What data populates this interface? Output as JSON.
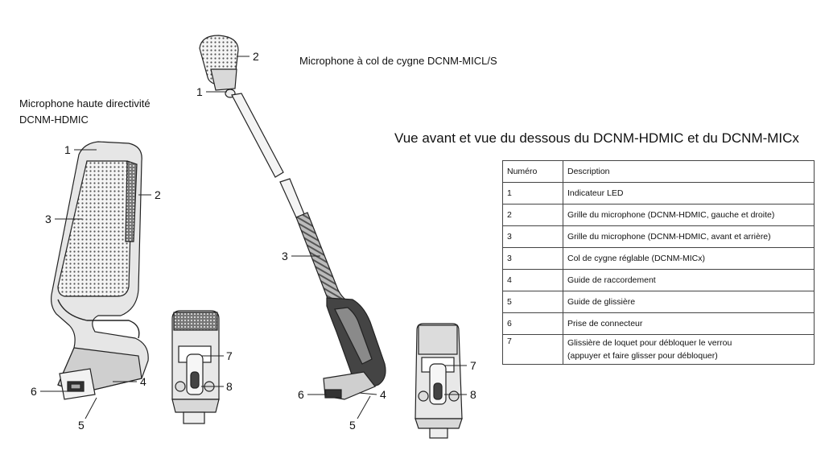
{
  "labels": {
    "hdmic_title_line1": "Microphone haute directivité",
    "hdmic_title_line2": "DCNM-HDMIC",
    "micl_title": "Microphone à col de cygne DCNM-MICL/S",
    "views_title": "Vue avant et vue du dessous du DCNM-HDMIC et du DCNM-MICx"
  },
  "callouts": {
    "hdmic": [
      "1",
      "2",
      "3",
      "6",
      "4",
      "5"
    ],
    "hdmic_bottom": [
      "7",
      "8"
    ],
    "micl": [
      "2",
      "1",
      "3",
      "6",
      "4",
      "5"
    ],
    "micl_bottom": [
      "7",
      "8"
    ]
  },
  "table": {
    "headers": [
      "Numéro",
      "Description"
    ],
    "rows": [
      {
        "num": "1",
        "desc": "Indicateur LED"
      },
      {
        "num": "2",
        "desc": "Grille du microphone (DCNM-HDMIC, gauche et droite)"
      },
      {
        "num": "3",
        "desc": "Grille du microphone (DCNM-HDMIC, avant et arrière)"
      },
      {
        "num": "3",
        "desc": "Col de cygne réglable (DCNM-MICx)"
      },
      {
        "num": "4",
        "desc": "Guide de raccordement"
      },
      {
        "num": "5",
        "desc": "Guide de glissière"
      },
      {
        "num": "6",
        "desc": "Prise de connecteur"
      },
      {
        "num": "7",
        "desc": "Glissière de loquet pour débloquer le verrou",
        "desc2": "(appuyer et faire glisser pour débloquer)"
      }
    ]
  }
}
